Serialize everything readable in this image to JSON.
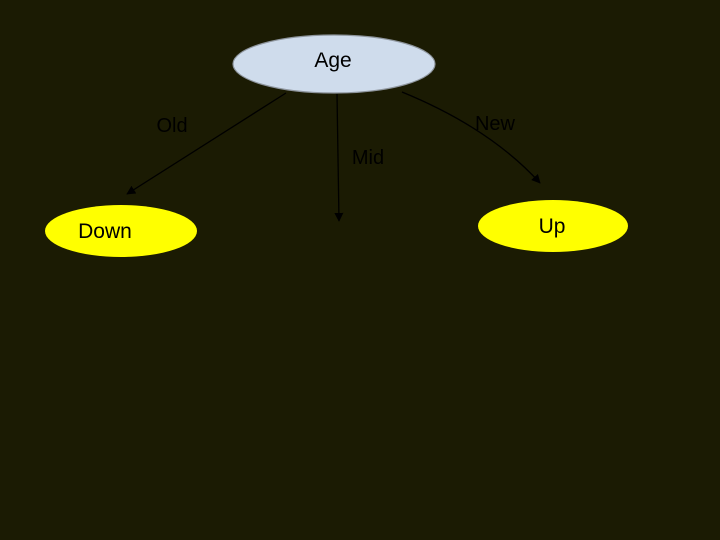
{
  "diagram": {
    "type": "decision-tree",
    "background_color": "#1b1b03",
    "edge_color": "#000000",
    "nodes": {
      "root": {
        "label": "Age",
        "fill": "#cfdcec",
        "border_color": "#8e959d",
        "text_color": "#000000"
      },
      "left_leaf": {
        "label": "Down",
        "fill": "#ffff00",
        "text_color": "#000000"
      },
      "right_leaf": {
        "label": "Up",
        "fill": "#ffff00",
        "text_color": "#000000"
      }
    },
    "edges": {
      "left": {
        "label": "Old",
        "from": "Age",
        "to": "Down"
      },
      "middle": {
        "label": "Mid",
        "from": "Age",
        "to": null
      },
      "right": {
        "label": "New",
        "from": "Age",
        "to": "Up"
      }
    }
  }
}
